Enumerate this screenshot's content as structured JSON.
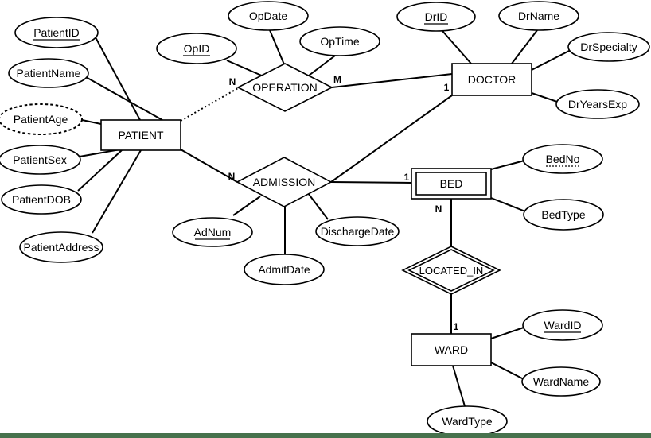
{
  "colors": {
    "canvas_background": "#ffffff",
    "shape_fill": "#ffffff",
    "stroke": "#000000",
    "bottom_strip": "#47724d"
  },
  "entities": {
    "patient": {
      "label": "PATIENT",
      "type": "strong"
    },
    "doctor": {
      "label": "DOCTOR",
      "type": "strong"
    },
    "bed": {
      "label": "BED",
      "type": "weak"
    },
    "ward": {
      "label": "WARD",
      "type": "strong"
    }
  },
  "relationships": {
    "operation": {
      "label": "OPERATION",
      "type": "regular"
    },
    "admission": {
      "label": "ADMISSION",
      "type": "regular"
    },
    "located_in": {
      "label": "LOCATED_IN",
      "type": "identifying"
    }
  },
  "attributes": {
    "patient_id": {
      "label": "PatientID",
      "key": "primary"
    },
    "patient_name": {
      "label": "PatientName"
    },
    "patient_age": {
      "label": "PatientAge",
      "derived": true
    },
    "patient_sex": {
      "label": "PatientSex"
    },
    "patient_dob": {
      "label": "PatientDOB"
    },
    "patient_address": {
      "label": "PatientAddress"
    },
    "op_id": {
      "label": "OpID",
      "key": "primary"
    },
    "op_date": {
      "label": "OpDate"
    },
    "op_time": {
      "label": "OpTime"
    },
    "dr_id": {
      "label": "DrID",
      "key": "primary"
    },
    "dr_name": {
      "label": "DrName"
    },
    "dr_specialty": {
      "label": "DrSpecialty"
    },
    "dr_years_exp": {
      "label": "DrYearsExp"
    },
    "ad_num": {
      "label": "AdNum",
      "key": "primary"
    },
    "admit_date": {
      "label": "AdmitDate"
    },
    "discharge_date": {
      "label": "DischargeDate"
    },
    "bed_no": {
      "label": "BedNo",
      "key": "partial"
    },
    "bed_type": {
      "label": "BedType"
    },
    "ward_id": {
      "label": "WardID",
      "key": "primary"
    },
    "ward_name": {
      "label": "WardName"
    },
    "ward_type": {
      "label": "WardType"
    }
  },
  "cardinalities": {
    "operation_patient": "N",
    "operation_doctor": "M",
    "admission_patient": "N",
    "admission_doctor": "1",
    "admission_bed": "1",
    "located_in_bed": "N",
    "located_in_ward": "1"
  }
}
